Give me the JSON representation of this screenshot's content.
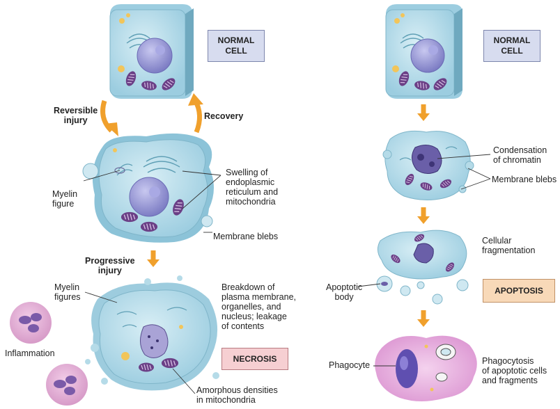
{
  "left": {
    "normal_cell_tag": "NORMAL\nCELL",
    "reversible_injury": "Reversible\ninjury",
    "recovery": "Recovery",
    "myelin_figure": "Myelin\nfigure",
    "swelling": "Swelling of\nendoplasmic\nreticulum and\nmitochondria",
    "membrane_blebs": "Membrane blebs",
    "progressive_injury": "Progressive\ninjury",
    "myelin_figures": "Myelin\nfigures",
    "breakdown": "Breakdown of\nplasma membrane,\norganelles, and\nnucleus; leakage\nof contents",
    "inflammation": "Inflammation",
    "necrosis_tag": "NECROSIS",
    "amorphous": "Amorphous densities\nin mitochondria"
  },
  "right": {
    "normal_cell_tag": "NORMAL\nCELL",
    "condensation": "Condensation\nof chromatin",
    "membrane_blebs": "Membrane blebs",
    "cellular_fragmentation": "Cellular\nfragmentation",
    "apoptotic_body": "Apoptotic\nbody",
    "apoptosis_tag": "APOPTOSIS",
    "phagocyte": "Phagocyte",
    "phagocytosis": "Phagocytosis\nof apoptotic cells\nand fragments"
  },
  "colors": {
    "cell_fill": "#b5dbe8",
    "cell_edge": "#7fb5c9",
    "nucleus": "#8f8fd0",
    "mitochondria": "#6b3f86",
    "arrow": "#f0a02c",
    "phagocyte": "#e8b0e0"
  },
  "icons": [
    "normal-cell-illustration",
    "swollen-cell-illustration",
    "necrotic-cell-illustration",
    "apoptotic-cell-illustration",
    "fragmenting-cell-illustration",
    "phagocyte-illustration",
    "inflammatory-cell-illustration"
  ]
}
